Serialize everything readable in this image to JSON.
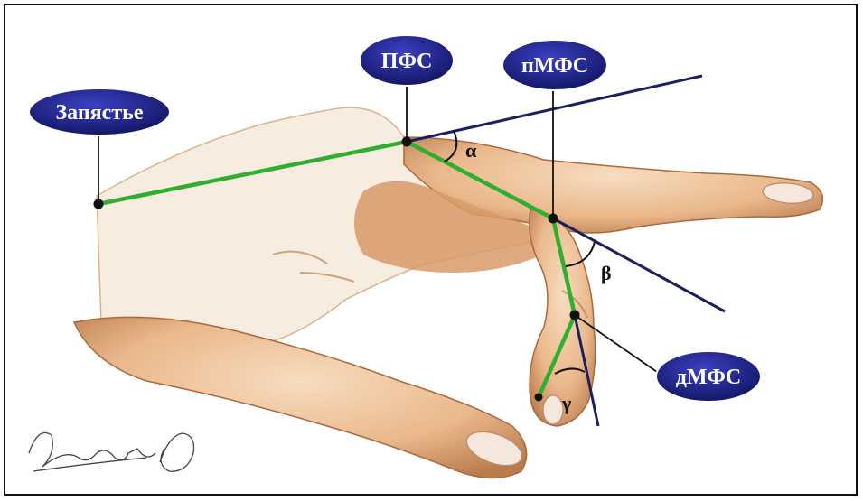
{
  "labels": {
    "wrist": "Запястье",
    "pfs": "ПФС",
    "pmfs": "пМФС",
    "dmfs": "дМФС"
  },
  "angles": {
    "alpha": "α",
    "beta": "β",
    "gamma": "γ"
  },
  "colors": {
    "segment": "#2fae2f",
    "axis": "#1a1f5e",
    "label_fill": "#1b1f8a",
    "label_text": "#ffffff",
    "angle_text": "#111111",
    "skin": "#f0c9a1",
    "skin_shadow": "#c78f62",
    "background": "#ffffff",
    "border": "#111111"
  }
}
